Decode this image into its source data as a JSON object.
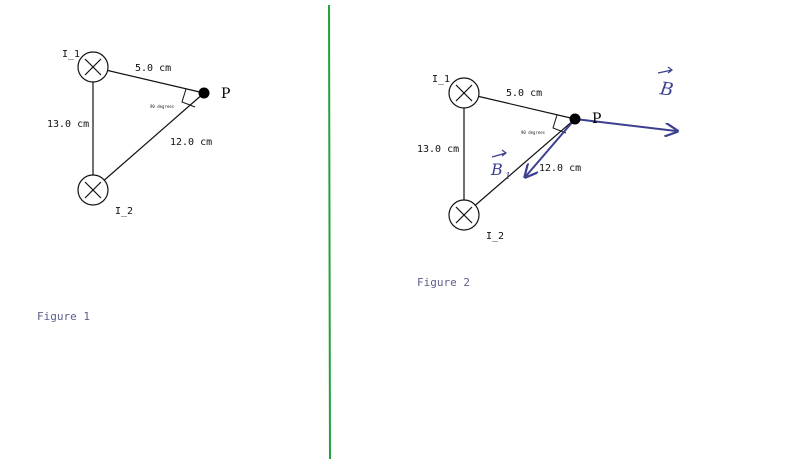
{
  "colors": {
    "line": "#111111",
    "divider": "#22a33a",
    "field": "#3b3f8f",
    "caption": "#5a5f8a"
  },
  "figure1": {
    "caption": "Figure 1",
    "wire1_label": "I_1",
    "wire2_label": "I_2",
    "side_top": "5.0 cm",
    "side_left": "13.0 cm",
    "side_diag": "12.0 cm",
    "angle_label": "90 degrees",
    "point_label": "P"
  },
  "figure2": {
    "caption": "Figure 2",
    "wire1_label": "I_1",
    "wire2_label": "I_2",
    "side_top": "5.0 cm",
    "side_left": "13.0 cm",
    "side_diag": "12.0 cm",
    "angle_label": "90 degrees",
    "point_label": "P",
    "vector_b1": "B",
    "vector_b1_sub": "1",
    "vector_b2": "B"
  }
}
